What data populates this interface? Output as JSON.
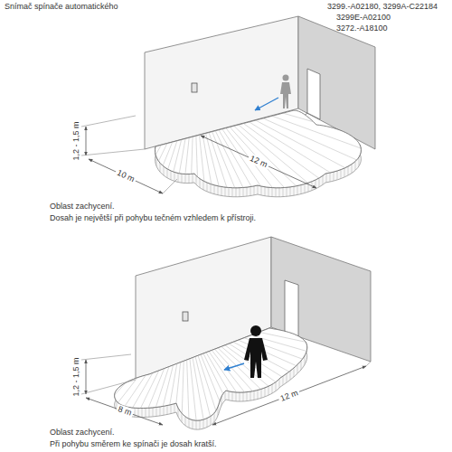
{
  "diagram": {
    "title": "Snímač spínače automatického",
    "labels": [
      "3299.-A02180, 3299A-C22184",
      "3299E-A02100",
      "3272.-A18100",
      "12 m",
      "1,2 - 1,5 m",
      "10 m",
      "Oblast zachycení.",
      "Dosah je největší při pohybu tečném vzhledem k přístroji.",
      "1,2 - 1,5 m",
      "8 m",
      "12 m",
      "Oblast zachycení.",
      "Při pohybu směrem ke spínači je dosah kratší."
    ]
  }
}
